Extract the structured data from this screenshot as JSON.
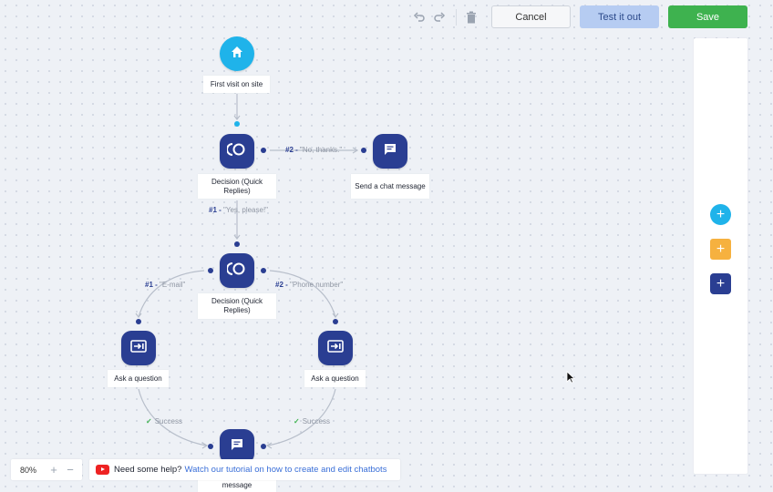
{
  "toolbar": {
    "undo_icon": "undo-icon",
    "redo_icon": "redo-icon",
    "delete_icon": "trash-icon",
    "cancel_label": "Cancel",
    "test_label": "Test it out",
    "save_label": "Save",
    "save_color": "#3eb24f",
    "test_color": "#b6ccf2"
  },
  "nodes": {
    "start": {
      "label": "First visit on site",
      "icon": "home-icon"
    },
    "decision1": {
      "label": "Decision (Quick Replies)",
      "icon": "decision-icon"
    },
    "send_message_top": {
      "label": "Send a chat message",
      "icon": "chat-message-icon"
    },
    "decision2": {
      "label": "Decision (Quick Replies)",
      "icon": "decision-icon"
    },
    "ask_left": {
      "label": "Ask a question",
      "icon": "ask-question-icon"
    },
    "ask_right": {
      "label": "Ask a question",
      "icon": "ask-question-icon"
    },
    "send_message_bottom": {
      "label": "message",
      "icon": "chat-message-icon"
    }
  },
  "edges": {
    "no_thanks": {
      "num": "#2 -",
      "text": "\"No, thanks.\""
    },
    "yes_please": {
      "num": "#1 -",
      "text": "\"Yes, please!\""
    },
    "email": {
      "num": "#1 -",
      "text": "\"E-mail\""
    },
    "phone": {
      "num": "#2 -",
      "text": "\"Phone number\""
    },
    "success_left": {
      "text": "Success"
    },
    "success_right": {
      "text": "Success"
    }
  },
  "side_panel": {
    "buttons": [
      {
        "name": "add-step",
        "color": "#1fb3ea"
      },
      {
        "name": "add-condition",
        "color": "#f6b13f"
      },
      {
        "name": "add-action",
        "color": "#2a3e92"
      }
    ]
  },
  "zoom": {
    "value": "80%"
  },
  "help": {
    "text": "Need some help?",
    "link": "Watch our tutorial on how to create and edit chatbots"
  },
  "colors": {
    "navy": "#2a3e92",
    "cyan": "#1fb3ea",
    "green": "#3eb24f",
    "orange": "#f6b13f"
  }
}
